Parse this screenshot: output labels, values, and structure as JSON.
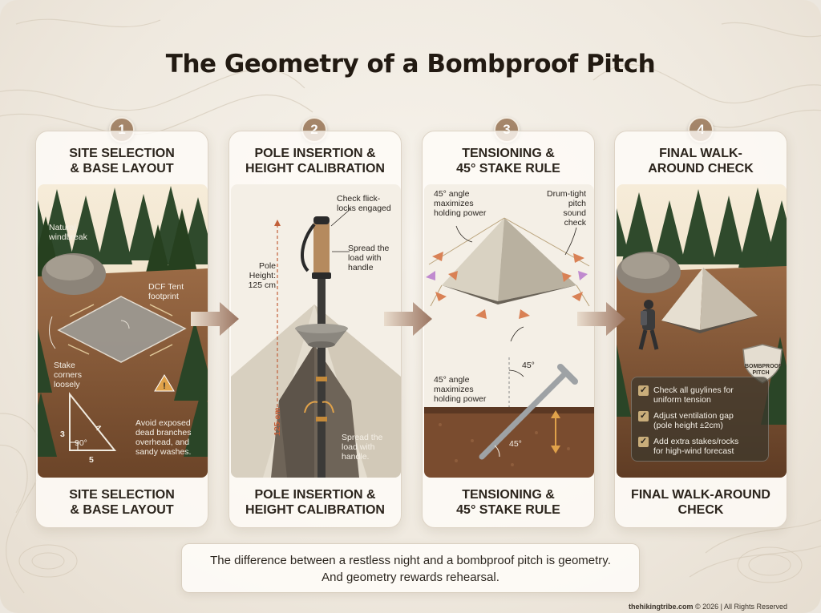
{
  "title": "The Geometry of a Bombproof Pitch",
  "steps": [
    {
      "number": "1",
      "heading_line1": "SITE SELECTION",
      "heading_line2": "& BASE LAYOUT",
      "footer_line1": "SITE SELECTION",
      "footer_line2": "& BASE LAYOUT",
      "annotations": {
        "windbreak": [
          "Natural",
          "windbreak"
        ],
        "footprint": [
          "DCF Tent",
          "footprint"
        ],
        "stake": [
          "Stake",
          "corners",
          "loosely"
        ],
        "avoid": [
          "Avoid exposed",
          "dead branches",
          "overhead, and",
          "sandy washes."
        ],
        "triangle_3": "3",
        "triangle_4": "4",
        "triangle_5": "5",
        "triangle_angle": "90°"
      }
    },
    {
      "number": "2",
      "heading_line1": "POLE INSERTION &",
      "heading_line2": "HEIGHT CALIBRATION",
      "footer_line1": "POLE INSERTION &",
      "footer_line2": "HEIGHT CALIBRATION",
      "annotations": {
        "flicklocks": [
          "Check flick-",
          "locks engaged"
        ],
        "height": [
          "Pole",
          "Height:",
          "125 cm"
        ],
        "spread_top": [
          "Spread the",
          "load with",
          "handle"
        ],
        "spread_bottom": [
          "Spread the",
          "load with",
          "handle."
        ],
        "vertical_label": "125 cm"
      }
    },
    {
      "number": "3",
      "heading_line1": "TENSIONING &",
      "heading_line2": "45° STAKE RULE",
      "footer_line1": "TENSIONING &",
      "footer_line2": "45° STAKE RULE",
      "annotations": {
        "angle_top": [
          "45° angle",
          "maximizes",
          "holding power"
        ],
        "drum": [
          "Drum-tight",
          "pitch",
          "sound check"
        ],
        "angle_mid": [
          "45° angle",
          "maximizes",
          "holding power"
        ],
        "deg_top": "45°",
        "deg_bottom": "45°"
      }
    },
    {
      "number": "4",
      "heading_line1": "FINAL WALK-",
      "heading_line2": "AROUND CHECK",
      "footer_line1": "FINAL WALK-AROUND",
      "footer_line2": "CHECK",
      "badge": [
        "BOMBPROOF",
        "PITCH"
      ],
      "checklist": [
        [
          "Check all guylines for",
          "uniform tension"
        ],
        [
          "Adjust ventilation gap",
          "(pole height ±2cm)"
        ],
        [
          "Add extra stakes/rocks",
          "for high-wind forecast"
        ]
      ]
    }
  ],
  "quote_line1": "The difference between a restless night and a bombproof pitch is geometry.",
  "quote_line2": "And geometry rewards rehearsal.",
  "credit_site": "thehikingtribe.com",
  "credit_rest": " © 2026 | All Rights Reserved",
  "colors": {
    "badge": "#a5866a",
    "arrow": "#a07a63",
    "forest": "#2f4a2c",
    "soil": "#7a4c2f"
  }
}
